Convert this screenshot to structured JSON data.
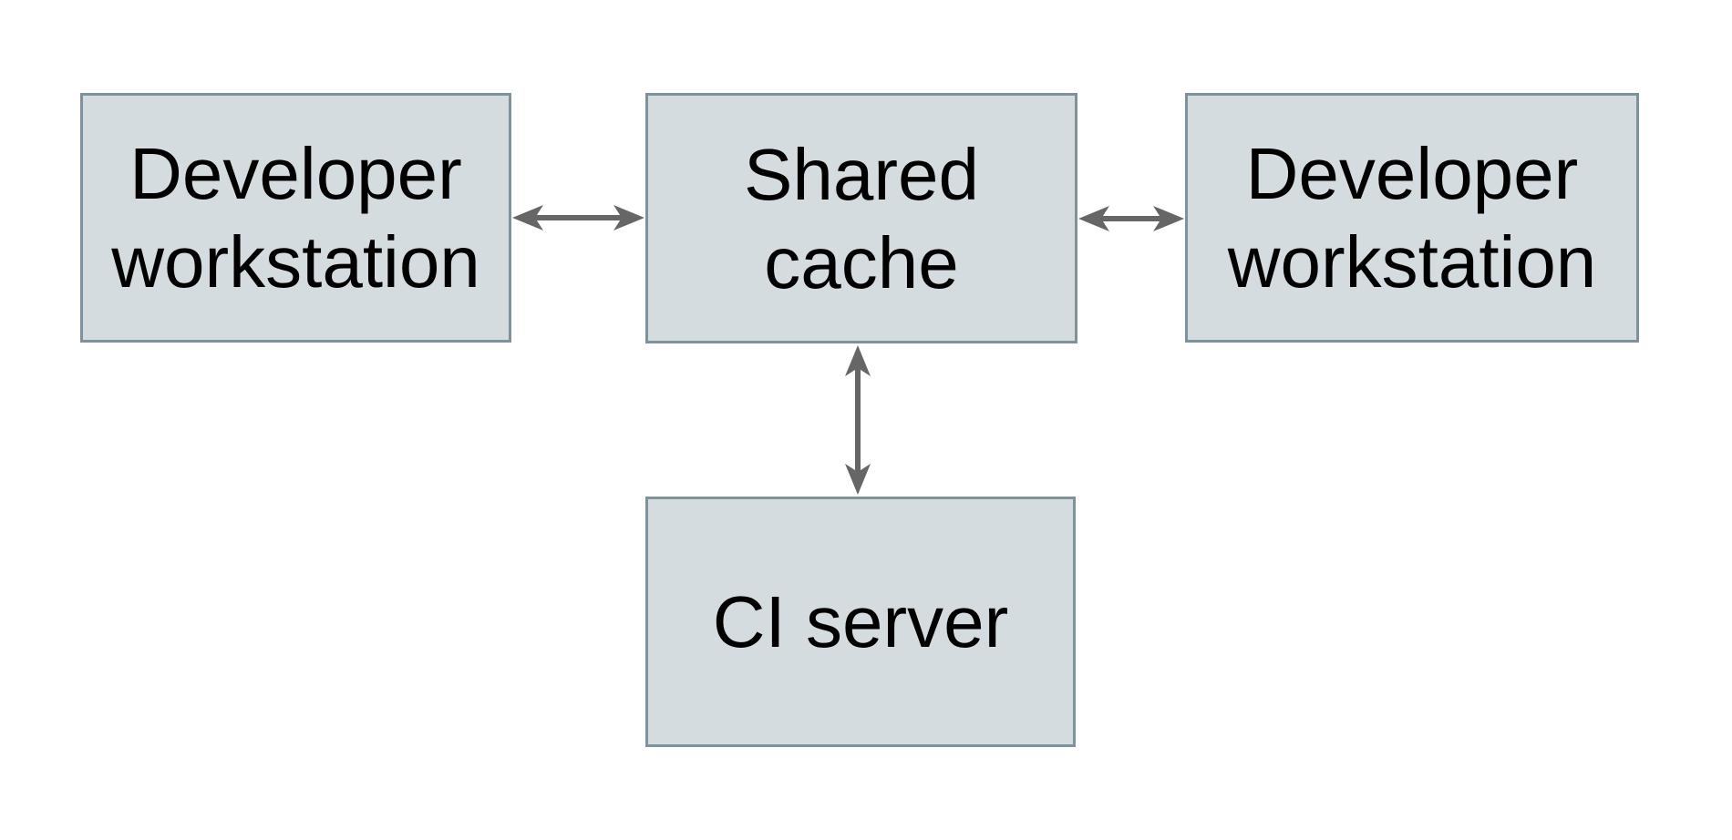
{
  "diagram": {
    "type": "architecture-diagram",
    "nodes": [
      {
        "id": "developer-workstation-left",
        "label": "Developer\nworkstation"
      },
      {
        "id": "shared-cache",
        "label": "Shared\ncache"
      },
      {
        "id": "developer-workstation-right",
        "label": "Developer\nworkstation"
      },
      {
        "id": "ci-server",
        "label": "CI server"
      }
    ],
    "edges": [
      {
        "from": "developer-workstation-left",
        "to": "shared-cache",
        "style": "double-headed-arrow",
        "orientation": "horizontal"
      },
      {
        "from": "shared-cache",
        "to": "developer-workstation-right",
        "style": "double-headed-arrow",
        "orientation": "horizontal"
      },
      {
        "from": "shared-cache",
        "to": "ci-server",
        "style": "double-headed-arrow",
        "orientation": "vertical"
      }
    ],
    "colors": {
      "node_fill": "#d5dce0",
      "node_border": "#7e929c",
      "arrow": "#666666",
      "text": "#000000",
      "background": "#ffffff"
    }
  }
}
